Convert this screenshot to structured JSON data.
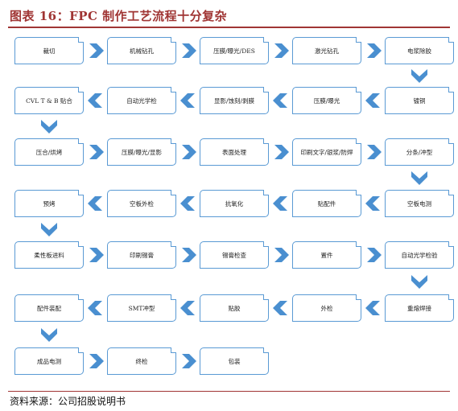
{
  "title": "图表 16：FPC 制作工艺流程十分复杂",
  "source": "资料来源：公司招股说明书",
  "colors": {
    "accent": "#a03534",
    "box_border": "#5a9ad4",
    "arrow": "#4a8fd0"
  },
  "rows": [
    {
      "direction": "right",
      "steps": [
        "裁切",
        "机械钻孔",
        "压膜/曝光/DES",
        "激光钻孔",
        "电浆除胶"
      ]
    },
    {
      "direction": "left",
      "steps": [
        "镀铜",
        "压膜/曝光",
        "显影/蚀刻/剥膜",
        "自动光学检",
        "CVL T & B 贴合"
      ]
    },
    {
      "direction": "right",
      "steps": [
        "压合/烘烤",
        "压膜/曝光/显影",
        "表面处理",
        "印刷文字/银浆/防焊",
        "分条/冲型"
      ]
    },
    {
      "direction": "left",
      "steps": [
        "空板电测",
        "贴配件",
        "抗氧化",
        "空板外检",
        "预烤"
      ]
    },
    {
      "direction": "right",
      "steps": [
        "柔性板进料",
        "印刷锡膏",
        "锡膏检查",
        "置件",
        "自动光学检验"
      ]
    },
    {
      "direction": "left",
      "steps": [
        "重熔焊接",
        "外检",
        "贴胶",
        "SMT冲型",
        "配件装配"
      ]
    },
    {
      "direction": "right",
      "steps": [
        "成品电测",
        "终检",
        "包装"
      ]
    }
  ]
}
